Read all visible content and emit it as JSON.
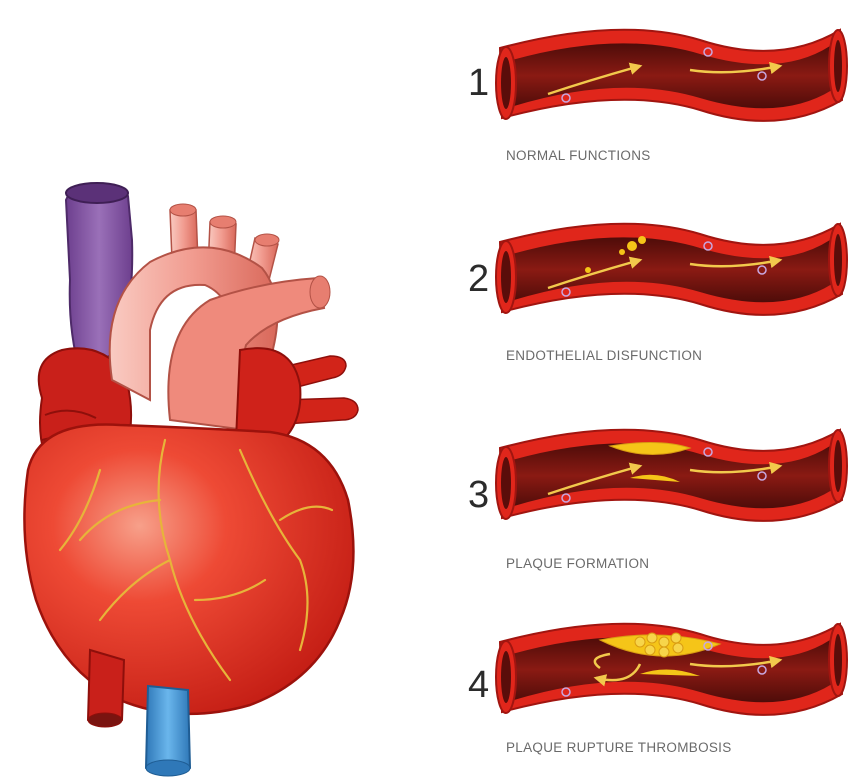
{
  "stages": [
    {
      "number": "1",
      "caption": "NORMAL FUNCTIONS"
    },
    {
      "number": "2",
      "caption": "ENDOTHELIAL DISFUNCTION"
    },
    {
      "number": "3",
      "caption": "PLAQUE FORMATION"
    },
    {
      "number": "4",
      "caption": "PLAQUE RUPTURE THROMBOSIS"
    }
  ],
  "colors": {
    "vessel_outer": "#e0261b",
    "vessel_lumen": "#7a1410",
    "vessel_dark": "#5a0d0a",
    "plaque": "#f5c518",
    "arrow": "#f2c94c",
    "heart_red": "#e8352a",
    "aorta_pink": "#f3a79d",
    "vena_purple": "#8a5fa8",
    "vein_blue": "#4a9ad6"
  }
}
